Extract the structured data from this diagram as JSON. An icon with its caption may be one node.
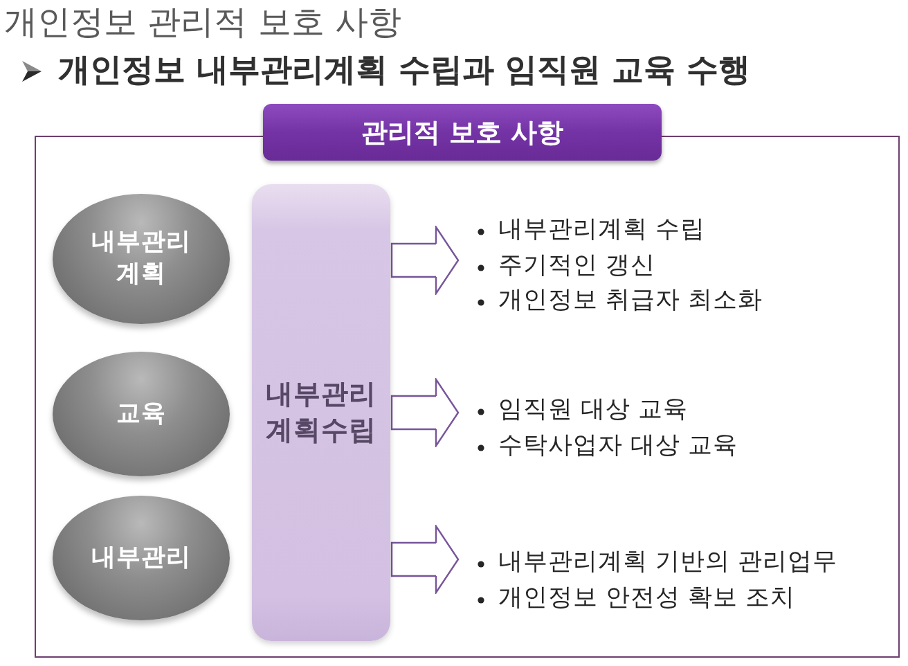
{
  "diagram": {
    "title": "개인정보 관리적 보호 사항",
    "nodes": [
      {
        "text": [
          "관리적 보호 사항"
        ]
      },
      {
        "text": [
          "내부관리 계획"
        ],
        "in": 0
      },
      {
        "text": [
          "교육"
        ],
        "in": 0
      },
      {
        "text": [
          "내부관리"
        ],
        "in": 0
      },
      {
        "text": [
          "내부관리 계획수립"
        ],
        "in": 0
      },
      {
        "text": [
          "내부관리계획 수립",
          "주기적인 갱신",
          "개인정보 취급자 최소화"
        ],
        "in": 0
      },
      {
        "text": [
          "임직원 대상 교육",
          "수탁사업자 대상 교육"
        ],
        "in": 0
      },
      {
        "text": [
          "내부관리계획 기반의 관리업무",
          "개인정보 안전성 확보 조치"
        ],
        "in": 0
      }
    ],
    "edges": [
      {
        "from": 4,
        "to": 5,
        "arrow": "to"
      },
      {
        "from": 4,
        "to": 6,
        "arrow": "to"
      },
      {
        "from": 4,
        "to": 7,
        "arrow": "to"
      }
    ],
    "labels": [
      "개인정보 내부관리계획 수립과 임직원 교육 수행"
    ]
  }
}
